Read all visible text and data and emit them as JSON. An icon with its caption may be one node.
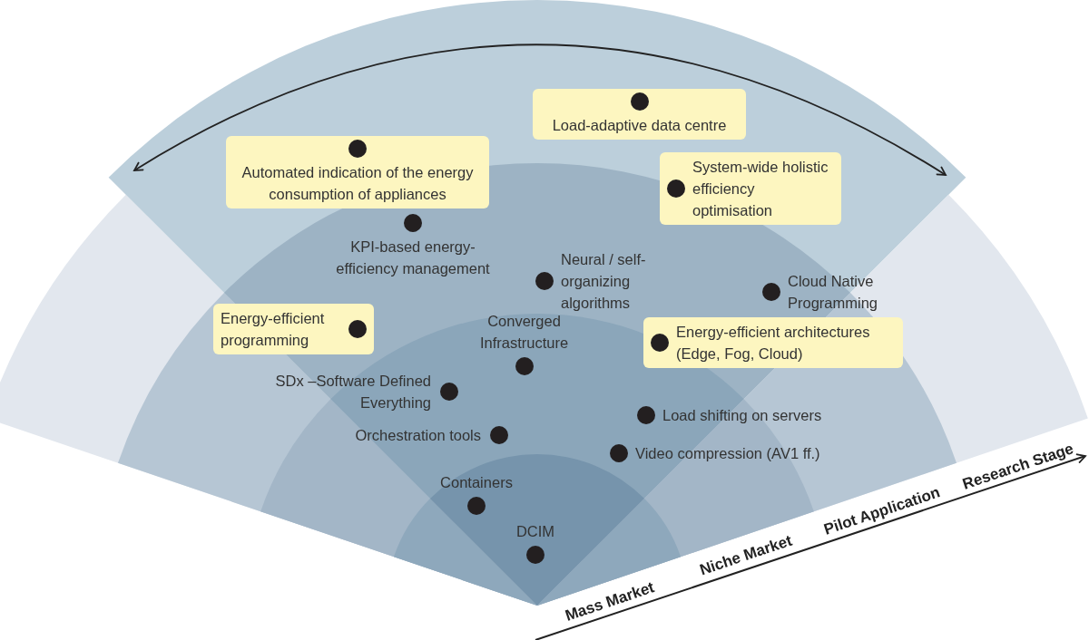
{
  "diagram": {
    "nodes": [
      {
        "text": [
          "Load-adaptive data centre"
        ]
      },
      {
        "text": [
          "Automated indication of the energy consumption of appliances"
        ]
      },
      {
        "text": [
          "System-wide holistic efficiency optimisation"
        ]
      },
      {
        "text": [
          "KPI-based energy-efficiency management"
        ]
      },
      {
        "text": [
          "Neural / self-organizing algorithms"
        ]
      },
      {
        "text": [
          "Cloud Native Programming"
        ]
      },
      {
        "text": [
          "Energy-efficient programming"
        ]
      },
      {
        "text": [
          "Converged Infrastructure"
        ]
      },
      {
        "text": [
          "Energy-efficient architectures (Edge, Fog, Cloud)"
        ]
      },
      {
        "text": [
          "SDx –Software Defined Everything"
        ]
      },
      {
        "text": [
          "Load shifting on servers"
        ]
      },
      {
        "text": [
          "Orchestration tools"
        ]
      },
      {
        "text": [
          "Video compression (AV1 ff.)"
        ]
      },
      {
        "text": [
          "Containers"
        ]
      },
      {
        "text": [
          "DCIM"
        ]
      }
    ],
    "labels": [
      "Mass Market",
      "Niche Market",
      "Pilot Application",
      "Research Stage"
    ]
  }
}
